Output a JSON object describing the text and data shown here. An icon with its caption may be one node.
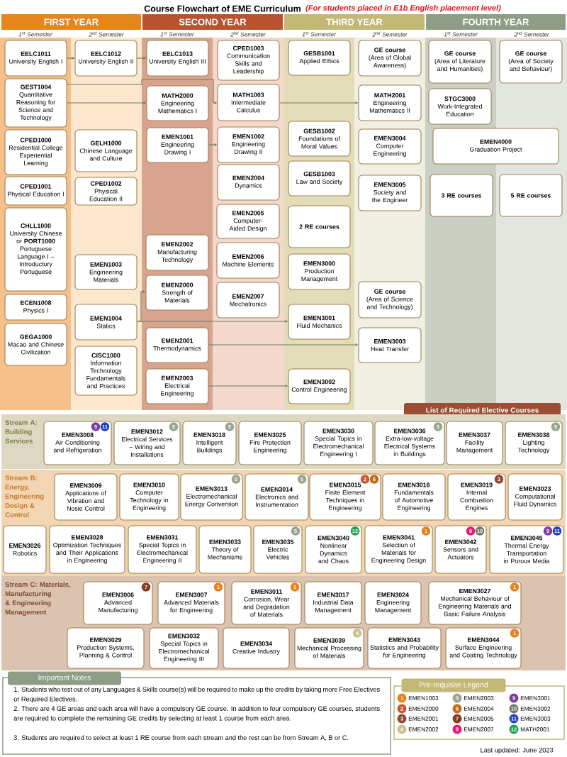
{
  "diagram": {
    "title": "Course Flowchart of EME Curriculum",
    "nodes": [
      {
        "text": [
          "FIRST YEAR"
        ]
      },
      {
        "text": [
          "SECOND YEAR"
        ]
      },
      {
        "text": [
          "THIRD YEAR"
        ]
      },
      {
        "text": [
          "FOURTH YEAR"
        ]
      },
      {
        "text": [
          "EELC1011",
          "University English I"
        ]
      },
      {
        "text": [
          "GEST1004",
          "Quantitative Reasoning for Science and Technology"
        ]
      },
      {
        "text": [
          "CPED1000",
          "Residential College Experiential Learning"
        ]
      },
      {
        "text": [
          "CPED1001",
          "Physical Education I"
        ]
      },
      {
        "text": [
          "CHLL1000",
          "University Chinese or **PORT1000** Portuguese Language I – Introductory Portuguese"
        ]
      },
      {
        "text": [
          "ECEN1008",
          "Physics I"
        ]
      },
      {
        "text": [
          "GEGA1000",
          "Macao and Chinese Civilization"
        ]
      },
      {
        "text": [
          "EELC1012",
          "University English II"
        ]
      },
      {
        "text": [
          "GELH1000",
          "Chinese Language and Culture"
        ]
      },
      {
        "text": [
          "CPED1002",
          "Physical Education II"
        ]
      },
      {
        "text": [
          "EMEN1003",
          "Engineering Materials"
        ]
      },
      {
        "text": [
          "EMEN1004",
          "Statics"
        ]
      },
      {
        "text": [
          "CISC1000",
          "Information Technology Fundamentals and Practices"
        ]
      },
      {
        "text": [
          "EELC1013",
          "University English III"
        ]
      },
      {
        "text": [
          "MATH2000",
          "Engineering Mathematics I"
        ]
      },
      {
        "text": [
          "EMEN1001",
          "Engineering Drawing I"
        ]
      },
      {
        "text": [
          "EMEN2002",
          "Manufacturing Technology"
        ]
      },
      {
        "text": [
          "EMEN2000",
          "Strength of Materials"
        ]
      },
      {
        "text": [
          "EMEN2001",
          "Thermodynamics"
        ]
      },
      {
        "text": [
          "EMEN2003",
          "Electrical Engineering"
        ]
      },
      {
        "text": [
          "CPED1003",
          "Communication Skills and Leadership"
        ]
      },
      {
        "text": [
          "MATH1003",
          "Intermediate Calculus"
        ]
      },
      {
        "text": [
          "EMEN1002",
          "Engineering Drawing II"
        ]
      },
      {
        "text": [
          "EMEN2004",
          "Dynamics"
        ]
      },
      {
        "text": [
          "EMEN2005",
          "Computer-Aided Design"
        ]
      },
      {
        "text": [
          "EMEN2006",
          "Machine Elements"
        ]
      },
      {
        "text": [
          "EMEN2007",
          "Mechatronics"
        ]
      },
      {
        "text": [
          "GESB1001",
          "Applied Ethics"
        ]
      },
      {
        "text": [
          "GESB1002",
          "Foundations of Moral Values"
        ]
      },
      {
        "text": [
          "GESB1003",
          "Law and Society"
        ]
      },
      {
        "text": [
          "2 RE courses"
        ]
      },
      {
        "text": [
          "EMEN3000",
          "Production Management"
        ]
      },
      {
        "text": [
          "EMEN3001",
          "Fluid Mechanics"
        ]
      },
      {
        "text": [
          "EMEN3002",
          "Control Engineering"
        ]
      },
      {
        "text": [
          "GE course",
          "(Area of Global Awareness)"
        ]
      },
      {
        "text": [
          "MATH2001",
          "Engineering Mathematics II"
        ]
      },
      {
        "text": [
          "EMEN3004",
          "Computer Engineering"
        ]
      },
      {
        "text": [
          "EMEN3005",
          "Society and the Engineer"
        ]
      },
      {
        "text": [
          "GE course",
          "(Area of Science and Technology)"
        ]
      },
      {
        "text": [
          "EMEN3003",
          "Heat Transfer"
        ]
      },
      {
        "text": [
          "GE course",
          "(Area of Literature and Humanities)"
        ]
      },
      {
        "text": [
          "STGC3000",
          "Work-Integrated Education"
        ]
      },
      {
        "text": [
          "EMEN4000",
          "Graduation Project"
        ]
      },
      {
        "text": [
          "3 RE courses"
        ]
      },
      {
        "text": [
          "5 RE courses"
        ]
      },
      {
        "text": [
          "GE course",
          "(Area of Society and Behaviour)"
        ]
      },
      {
        "text": [
          "List of Required Elective Courses"
        ]
      },
      {
        "text": [
          "Stream A: Building Services"
        ]
      },
      {
        "text": [
          "9",
          "11",
          "EMEN3008",
          "Air Conditioning and Refrigeration"
        ],
        "in": 51
      },
      {
        "text": [
          "5",
          "EMEN3012",
          "Electrical Services – Wiring and Installations"
        ],
        "in": 51
      },
      {
        "text": [
          "5",
          "EMEN3018",
          "Intelligent Buildings"
        ],
        "in": 51
      },
      {
        "text": [
          "EMEN3025",
          "Fire Protection Engineering"
        ],
        "in": 51
      },
      {
        "text": [
          "EMEN3030",
          "Special Topics in Electromechanical Engineering I"
        ],
        "in": 51
      },
      {
        "text": [
          "5",
          "EMEN3036",
          "Extra-low-voltage Electrical Systems in Buildings"
        ],
        "in": 51
      },
      {
        "text": [
          "EMEN3037",
          "Facility Management"
        ],
        "in": 51
      },
      {
        "text": [
          "5",
          "EMEN3038",
          "Lighting Technology"
        ],
        "in": 51
      },
      {
        "text": [
          "Stream B: Energy, Engineering Design & Control"
        ]
      },
      {
        "text": [
          "EMEN3009",
          "Applications of Vibration and Nosie Control"
        ],
        "in": 60
      },
      {
        "text": [
          "EMEN3010",
          "Computer Technology in Engineering"
        ],
        "in": 60
      },
      {
        "text": [
          "5",
          "EMEN3013",
          "Electromechanical Energy Conversion"
        ],
        "in": 60
      },
      {
        "text": [
          "5",
          "EMEN3014",
          "Electronics and Instrumentation"
        ],
        "in": 60
      },
      {
        "text": [
          "2",
          "6",
          "EMEN3015",
          "Finite Element Techniques in Engineering"
        ],
        "in": 60
      },
      {
        "text": [
          "EMEN3016",
          "Fundamentals of Automotive Engineering"
        ],
        "in": 60
      },
      {
        "text": [
          "3",
          "EMEN3019",
          "Internal Combustion Engines"
        ],
        "in": 60
      },
      {
        "text": [
          "EMEN3023",
          "Computational Fluid Dynamics"
        ],
        "in": 60
      },
      {
        "text": [
          "EMEN3026",
          "Robotics"
        ],
        "in": 60
      },
      {
        "text": [
          "EMEN3028",
          "Optimization Techniques and Their Applications in Engineering"
        ],
        "in": 60
      },
      {
        "text": [
          "EMEN3031",
          "Special Topics in Electromechanical Engineering II"
        ],
        "in": 60
      },
      {
        "text": [
          "EMEN3033",
          "Theory of Mechanisms"
        ],
        "in": 60
      },
      {
        "text": [
          "5",
          "EMEN3035",
          "Electric Vehicles"
        ],
        "in": 60
      },
      {
        "text": [
          "12",
          "EMEN3040",
          "Nonlinear Dynamics and Chaos"
        ],
        "in": 60
      },
      {
        "text": [
          "1",
          "EMEN3041",
          "Selection of Materials for Engineering Design"
        ],
        "in": 60
      },
      {
        "text": [
          "8",
          "10",
          "EMEN3042",
          "Sensors and Actuators"
        ],
        "in": 60
      },
      {
        "text": [
          "9",
          "11",
          "EMEN3045",
          "Thermal Energy Transportation in Porous Media"
        ],
        "in": 60
      },
      {
        "text": [
          "Stream C: Materials, Manufacturing & Engineering Management"
        ]
      },
      {
        "text": [
          "7",
          "EMEN3006",
          "Advanced Manufacturing"
        ],
        "in": 78
      },
      {
        "text": [
          "1",
          "EMEN3007",
          "Advanced Materials for Engineering"
        ],
        "in": 78
      },
      {
        "text": [
          "1",
          "EMEN3011",
          "Corrosion, Wear and Degradation of Materials"
        ],
        "in": 78
      },
      {
        "text": [
          "EMEN3017",
          "Industrial Data Management"
        ],
        "in": 78
      },
      {
        "text": [
          "EMEN3024",
          "Engineering Management"
        ],
        "in": 78
      },
      {
        "text": [
          "1",
          "EMEN3027",
          "Mechanical Behaviour of Engineering Materials and Basic Failure Analysis"
        ],
        "in": 78
      },
      {
        "text": [
          "EMEN3029",
          "Production Systems, Planning & Control"
        ],
        "in": 78
      },
      {
        "text": [
          "EMEN3032",
          "Special Topics in Electromechanical Engineering III"
        ],
        "in": 78
      },
      {
        "text": [
          "EMEN3034",
          "Creative Industry"
        ],
        "in": 78
      },
      {
        "text": [
          "4",
          "EMEN3039",
          "Mechanical Processing of Materials"
        ],
        "in": 78
      },
      {
        "text": [
          "EMEN3043",
          "Statistics and Probability for Engineering"
        ],
        "in": 78
      },
      {
        "text": [
          "1",
          "EMEN3044",
          "Surface Engineering and Coating Technology"
        ],
        "in": 78
      },
      {
        "text": [
          "Important Notes",
          "1. Students who test out of any Languages & Skills course(s) will be required to make up the credits by taking more Free Electives or Required Electives.",
          "2. There are 4 GE areas and each area will have a compulsory GE course. In addition to four compulsory GE courses, students are required to complete the remaining GE credits by selecting at least 1 course from each area.",
          "3. Students are required to select at least 1 RE course from each stream and the rest can be from Stream A, B or C."
        ]
      }
    ],
    "edges": [
      {
        "from": 4,
        "to": 11,
        "arrow": "to"
      },
      {
        "from": 11,
        "to": 17,
        "arrow": "to"
      },
      {
        "from": 5,
        "to": 18,
        "arrow": "to"
      },
      {
        "from": 5,
        "to": 25,
        "arrow": "to"
      },
      {
        "from": 25,
        "to": 39,
        "arrow": "to"
      },
      {
        "from": 19,
        "to": 26,
        "arrow": "to"
      },
      {
        "from": 15,
        "to": 21,
        "arrow": "to"
      },
      {
        "from": 15,
        "to": 36,
        "arrow": "to"
      },
      {
        "from": 22,
        "to": 43,
        "arrow": "to"
      },
      {
        "from": 23,
        "to": 37,
        "arrow": "to"
      }
    ],
    "labels": [
      "(For students placed in E1b English placement level)",
      "1$^{st}$ Semester",
      "2$^{nd}$ Semester",
      "1$^{st}$ Semester",
      "2$^{nd}$ Semester",
      "1$^{st}$ Semester",
      "2$^{nd}$ Semester",
      "1$^{st}$ Semester",
      "2$^{nd}$ Semester",
      "Pre-requisite Legend",
      "1",
      "2",
      "3",
      "4",
      "5",
      "6",
      "7",
      "8",
      "9",
      "10",
      "11",
      "12",
      "Last updated: June 2023"
    ],
    "legend": [
      {
        "text": "EMEN1003",
        "color": "#e8821e"
      },
      {
        "text": "EMEN2000",
        "color": "#c8572e"
      },
      {
        "text": "EMEN2001",
        "color": "#8b4a33"
      },
      {
        "text": "EMEN2002",
        "color": "#c9c08a"
      },
      {
        "text": "EMEN2003",
        "color": "#9aa58f"
      },
      {
        "text": "EMEN2004",
        "color": "#c06a14"
      },
      {
        "text": "EMEN2005",
        "color": "#8b3a1f"
      },
      {
        "text": "EMEN2007",
        "color": "#e8166e"
      },
      {
        "text": "EMEN3001",
        "color": "#7b3fa0"
      },
      {
        "text": "EMEN3002",
        "color": "#6f7a66"
      },
      {
        "text": "EMEN3003",
        "color": "#1f3fc4"
      },
      {
        "text": "MATH2001",
        "color": "#16a34a"
      }
    ]
  }
}
